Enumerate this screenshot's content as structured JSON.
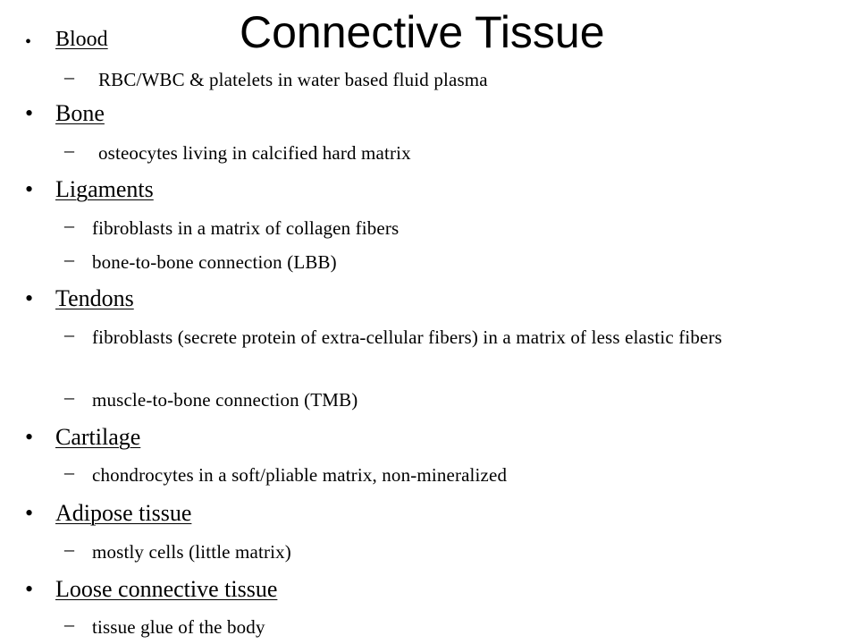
{
  "slide": {
    "title": "Connective Tissue",
    "bullet_char": "•",
    "dash_char": "–",
    "items": [
      {
        "label": "Blood",
        "subs": [
          "RBC/WBC & platelets in water based fluid plasma"
        ]
      },
      {
        "label": "Bone",
        "subs": [
          "osteocytes living in calcified hard matrix"
        ]
      },
      {
        "label": "Ligaments",
        "subs": [
          "fibroblasts in a matrix of collagen fibers",
          "bone-to-bone connection (LBB)"
        ]
      },
      {
        "label": "Tendons",
        "subs": [
          "fibroblasts (secrete protein of extra-cellular fibers) in a matrix of less elastic fibers",
          "muscle-to-bone connection (TMB)"
        ]
      },
      {
        "label": "Cartilage",
        "subs": [
          "chondrocytes in a soft/pliable matrix, non-mineralized"
        ]
      },
      {
        "label": "Adipose tissue",
        "subs": [
          "mostly cells (little matrix)"
        ]
      },
      {
        "label": "Loose connective tissue",
        "subs": [
          "tissue glue of the body"
        ]
      }
    ]
  }
}
